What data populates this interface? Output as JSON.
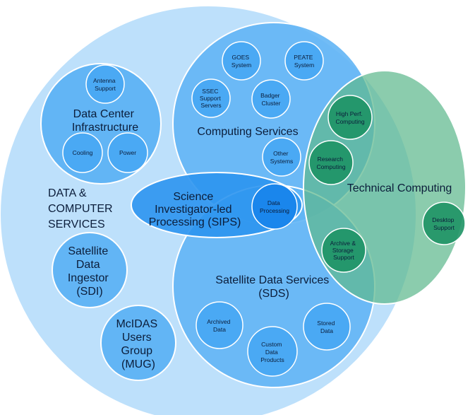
{
  "main": {
    "label": [
      "DATA &",
      "COMPUTER",
      "SERVICES"
    ]
  },
  "data_center": {
    "label": [
      "Data Center",
      "Infrastructure"
    ],
    "items": [
      {
        "label": [
          "Antenna",
          "Support"
        ]
      },
      {
        "label": [
          "Cooling"
        ]
      },
      {
        "label": [
          "Power"
        ]
      }
    ]
  },
  "computing": {
    "label": [
      "Computing Services"
    ],
    "items": [
      {
        "label": [
          "GOES",
          "System"
        ]
      },
      {
        "label": [
          "PEATE",
          "System"
        ]
      },
      {
        "label": [
          "SSEC",
          "Support",
          "Servers"
        ]
      },
      {
        "label": [
          "Badger",
          "Cluster"
        ]
      },
      {
        "label": [
          "Other",
          "Systems"
        ]
      }
    ]
  },
  "sips": {
    "label": [
      "Science",
      "Investigator-led",
      "Processing (SIPS)"
    ],
    "item": {
      "label": [
        "Data",
        "Processing"
      ]
    }
  },
  "technical": {
    "label": [
      "Technical Computing"
    ],
    "items": [
      {
        "label": [
          "High Perf.",
          "Computing"
        ]
      },
      {
        "label": [
          "Research",
          "Computing"
        ]
      },
      {
        "label": [
          "Archive &",
          "Storage",
          "Support"
        ]
      },
      {
        "label": [
          "Desktop",
          "Support"
        ]
      }
    ]
  },
  "sds": {
    "label": [
      "Satellite Data Services",
      "(SDS)"
    ],
    "items": [
      {
        "label": [
          "Archived",
          "Data"
        ]
      },
      {
        "label": [
          "Custom",
          "Data",
          "Products"
        ]
      },
      {
        "label": [
          "Stored",
          "Data"
        ]
      }
    ]
  },
  "sdi": {
    "label": [
      "Satellite",
      "Data",
      "Ingestor",
      "(SDI)"
    ]
  },
  "mug": {
    "label": [
      "McIDAS",
      "Users",
      "Group",
      "(MUG)"
    ]
  },
  "colors": {
    "outer": "#bde0fb",
    "inner": "#62b5f5",
    "sips": "#2c95ef",
    "data_processing": "#1a86ec",
    "technical": "#5eb88e",
    "tech_item": "#1e9465"
  }
}
